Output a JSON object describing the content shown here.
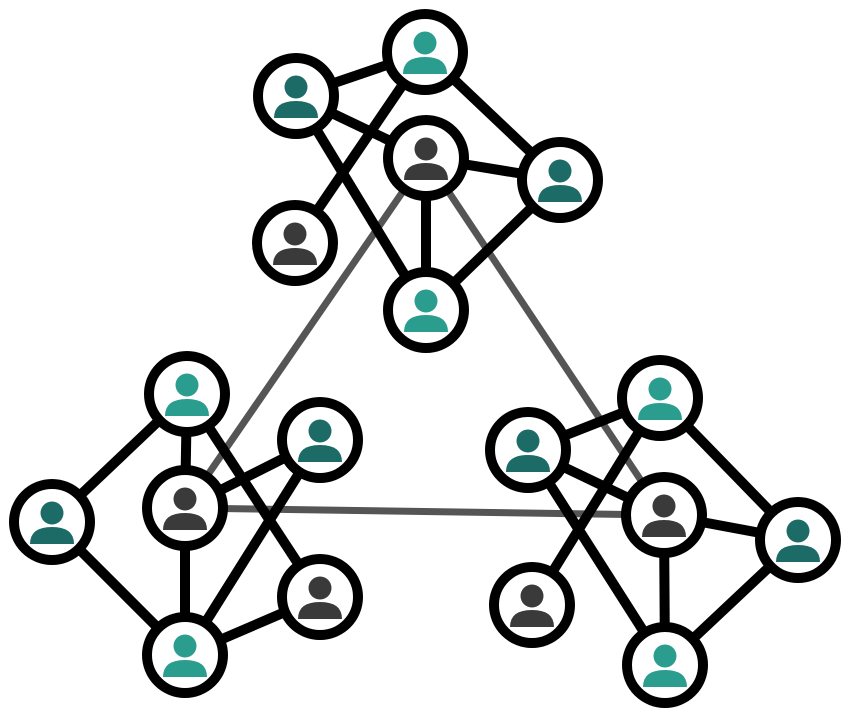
{
  "colors": {
    "background": "#ffffff",
    "outline": "#000000",
    "edge": "#000000",
    "hub_link": "#555555",
    "node_fill": "#ffffff",
    "teal_light": "#2a9d8f",
    "teal_dark": "#1d6b67",
    "charcoal": "#3a3a3a"
  },
  "icon": "person-icon",
  "clusters": [
    {
      "id": "top",
      "nodes": [
        {
          "id": "t1",
          "color": "teal_light"
        },
        {
          "id": "t2",
          "color": "teal_dark"
        },
        {
          "id": "t3",
          "color": "charcoal",
          "hub": true
        },
        {
          "id": "t4",
          "color": "teal_dark"
        },
        {
          "id": "t5",
          "color": "charcoal"
        },
        {
          "id": "t6",
          "color": "teal_light"
        }
      ],
      "edges": [
        [
          "t1",
          "t2"
        ],
        [
          "t1",
          "t4"
        ],
        [
          "t1",
          "t5"
        ],
        [
          "t2",
          "t3"
        ],
        [
          "t2",
          "t6"
        ],
        [
          "t3",
          "t4"
        ],
        [
          "t3",
          "t6"
        ],
        [
          "t4",
          "t6"
        ]
      ]
    },
    {
      "id": "left",
      "nodes": [
        {
          "id": "l1",
          "color": "teal_light"
        },
        {
          "id": "l2",
          "color": "teal_dark"
        },
        {
          "id": "l3",
          "color": "teal_dark"
        },
        {
          "id": "l4",
          "color": "charcoal",
          "hub": true
        },
        {
          "id": "l5",
          "color": "charcoal"
        },
        {
          "id": "l6",
          "color": "teal_light"
        }
      ],
      "edges": [
        [
          "l1",
          "l3"
        ],
        [
          "l1",
          "l4"
        ],
        [
          "l1",
          "l5"
        ],
        [
          "l2",
          "l4"
        ],
        [
          "l2",
          "l6"
        ],
        [
          "l3",
          "l6"
        ],
        [
          "l4",
          "l6"
        ],
        [
          "l5",
          "l6"
        ]
      ]
    },
    {
      "id": "right",
      "nodes": [
        {
          "id": "r1",
          "color": "teal_light"
        },
        {
          "id": "r2",
          "color": "teal_dark"
        },
        {
          "id": "r3",
          "color": "charcoal",
          "hub": true
        },
        {
          "id": "r4",
          "color": "teal_dark"
        },
        {
          "id": "r5",
          "color": "charcoal"
        },
        {
          "id": "r6",
          "color": "teal_light"
        }
      ],
      "edges": [
        [
          "r1",
          "r2"
        ],
        [
          "r1",
          "r4"
        ],
        [
          "r1",
          "r5"
        ],
        [
          "r2",
          "r3"
        ],
        [
          "r2",
          "r6"
        ],
        [
          "r3",
          "r4"
        ],
        [
          "r3",
          "r6"
        ],
        [
          "r4",
          "r6"
        ]
      ]
    }
  ],
  "hub_links": [
    [
      "t3",
      "l4"
    ],
    [
      "t3",
      "r3"
    ],
    [
      "l4",
      "r3"
    ]
  ]
}
